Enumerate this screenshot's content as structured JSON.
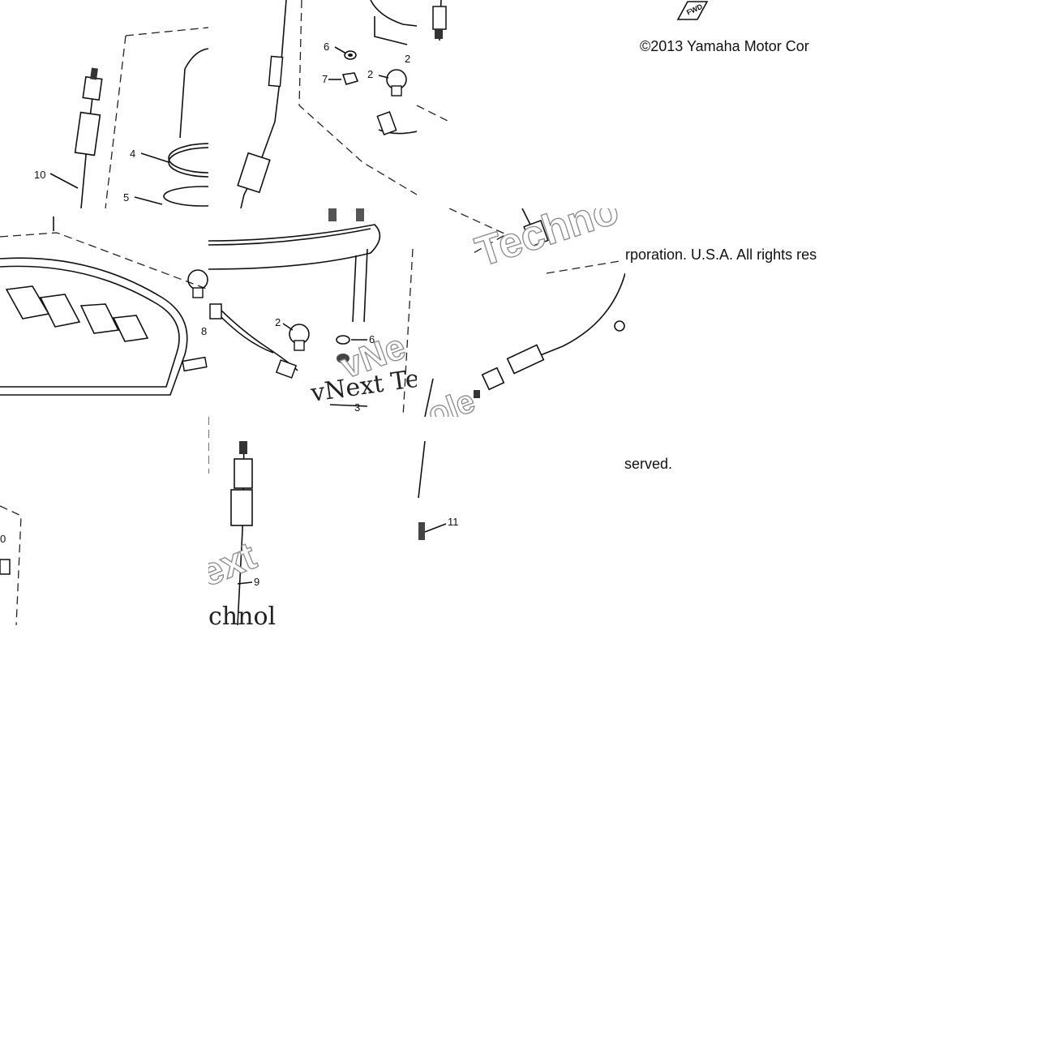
{
  "copyright": {
    "line1": "©2013 Yamaha Motor Cor",
    "line2": "rporation. U.S.A. All rights res",
    "line3": "served."
  },
  "watermarks": {
    "techno": "Techno",
    "vnext": "vNext Te",
    "ext": "ext",
    "chnol": "chnol",
    "vne": "vNe",
    "ole": "ole"
  },
  "fwd_mark": "FWD",
  "callouts": {
    "c1": "10",
    "c2": "4",
    "c3": "5",
    "c4": "6",
    "c5": "7",
    "c6": "2",
    "c7": "2",
    "c8": "8",
    "c9": "2",
    "c10": "6",
    "c11": "3",
    "c12": "9",
    "c13": "11",
    "c14": "0"
  }
}
